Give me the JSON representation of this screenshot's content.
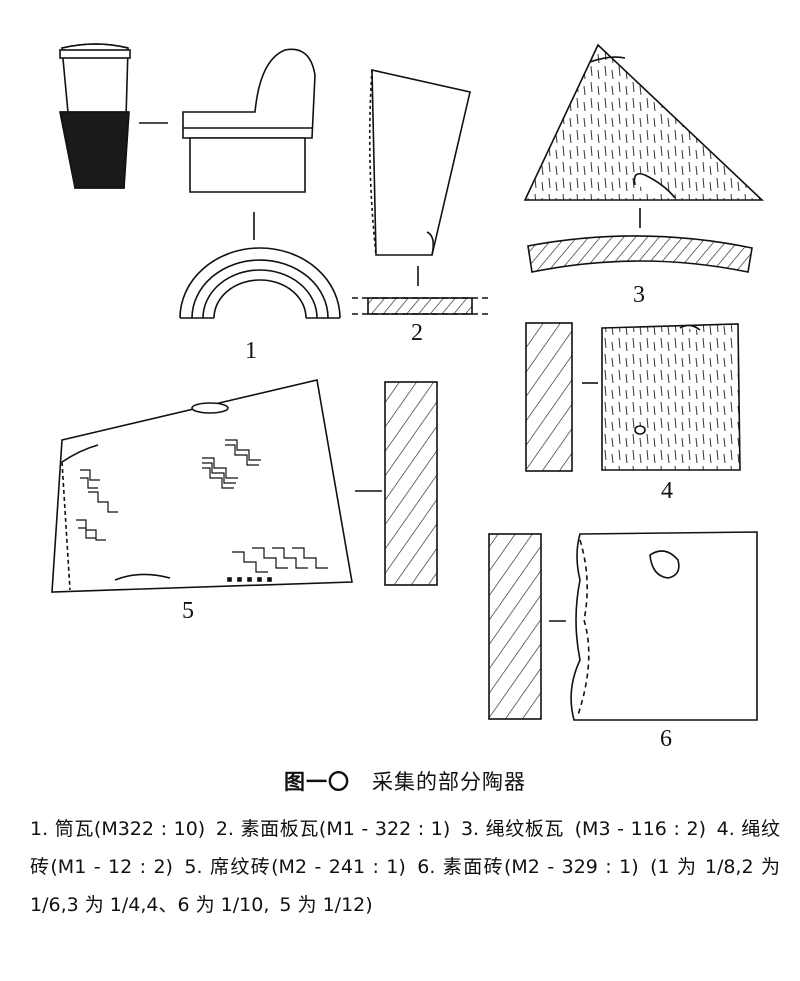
{
  "figure": {
    "labels": [
      "1",
      "2",
      "3",
      "4",
      "5",
      "6"
    ]
  },
  "caption": {
    "figure_no": "图一〇",
    "title": "采集的部分陶器",
    "items": [
      "1. 筒瓦(M322 : 10)",
      "2. 素面板瓦(M1 - 322 : 1)",
      "3. 绳纹板瓦",
      "(M3 - 116 : 2)",
      "4. 绳纹砖(M1 - 12 : 2)",
      "5. 席纹砖(M2 - 241 : 1)",
      "6. 素面砖(M2 - 329 : 1)",
      "(1 为 1/8,2 为 1/6,3 为 1/4,4、6 为 1/10,",
      "5 为 1/12)"
    ]
  }
}
